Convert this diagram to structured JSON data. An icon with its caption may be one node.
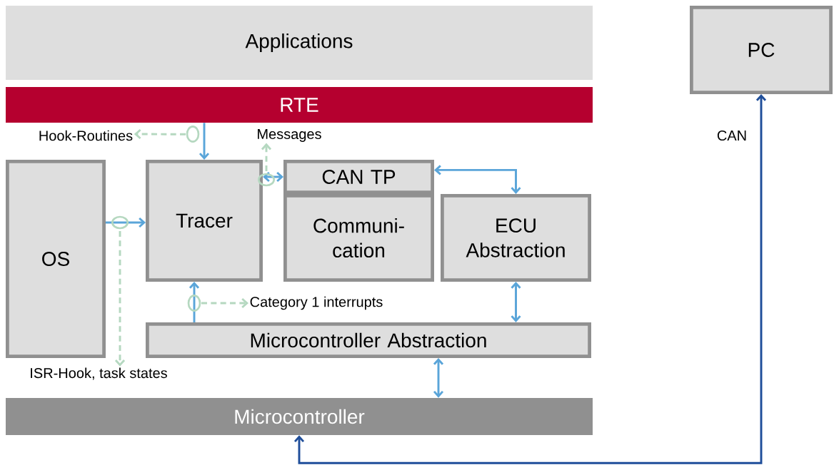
{
  "diagram": {
    "nodes": [
      {
        "text": [
          "Applications"
        ]
      },
      {
        "text": [
          "RTE"
        ]
      },
      {
        "text": [
          "OS"
        ]
      },
      {
        "text": [
          "Tracer"
        ]
      },
      {
        "text": [
          "CAN TP"
        ]
      },
      {
        "text": [
          "Communi- cation"
        ]
      },
      {
        "text": [
          "ECU Abstraction"
        ]
      },
      {
        "text": [
          "Microcontroller Abstraction"
        ]
      },
      {
        "text": [
          "Microcontroller"
        ]
      },
      {
        "text": [
          "PC"
        ]
      },
      {
        "text": [
          "Hook-Routines"
        ]
      },
      {
        "text": [
          "Messages"
        ]
      },
      {
        "text": [
          "Category 1 interrupts"
        ]
      },
      {
        "text": [
          "ISR-Hook,  task states"
        ]
      }
    ],
    "edges": [
      {
        "from": 1,
        "to": 3,
        "arrow": "to"
      },
      {
        "from": 3,
        "to": 4,
        "arrow": "both"
      },
      {
        "from": 4,
        "to": 6,
        "arrow": "both"
      },
      {
        "from": 2,
        "to": 3,
        "arrow": "to"
      },
      {
        "from": 7,
        "to": 3,
        "arrow": "to"
      },
      {
        "from": 6,
        "to": 7,
        "arrow": "both"
      },
      {
        "from": 7,
        "to": 8,
        "arrow": "both"
      },
      {
        "from": 8,
        "to": 9,
        "arrow": "both",
        "label": "CAN",
        "color": "#1f4e9a"
      },
      {
        "from": 1,
        "to": 10,
        "arrow": "to",
        "style": "dashed",
        "color": "#b5d8c0"
      },
      {
        "from": 3,
        "to": 11,
        "arrow": "to",
        "style": "dashed",
        "color": "#b5d8c0"
      },
      {
        "from": 2,
        "to": 13,
        "arrow": "to",
        "style": "dashed",
        "color": "#b5d8c0"
      },
      {
        "from": null,
        "to": 12,
        "arrow": "to",
        "style": "dashed",
        "color": "#b5d8c0"
      }
    ]
  }
}
